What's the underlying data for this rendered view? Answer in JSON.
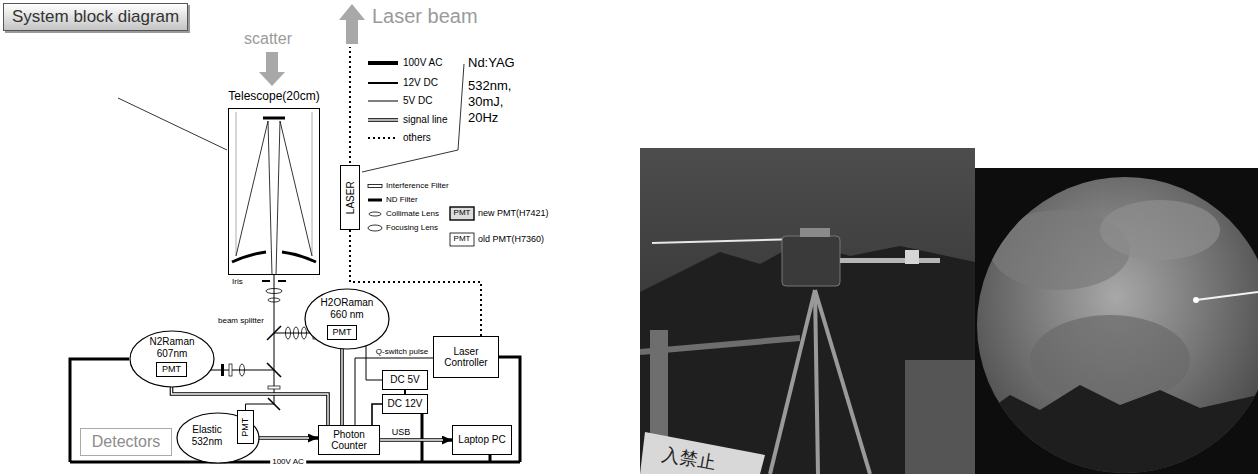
{
  "diagram": {
    "title": "System block diagram",
    "nodes": [
      {
        "text": [
          "Telescope(20cm)"
        ]
      },
      {
        "text": [
          "LASER"
        ]
      },
      {
        "text": [
          "H2ORaman 660 nm"
        ]
      },
      {
        "text": [
          "PMT"
        ],
        "in": 2
      },
      {
        "text": [
          "N2Raman 607nm"
        ]
      },
      {
        "text": [
          "PMT"
        ],
        "in": 4
      },
      {
        "text": [
          "Laser Controller"
        ]
      },
      {
        "text": [
          "DC 5V"
        ]
      },
      {
        "text": [
          "Elastic 532nm"
        ]
      },
      {
        "text": [
          "PMT"
        ],
        "in": 8
      },
      {
        "text": [
          "DC 12V"
        ]
      },
      {
        "text": [
          "Detectors"
        ]
      },
      {
        "text": [
          "Photon Counter"
        ]
      },
      {
        "text": [
          "Laptop PC"
        ]
      }
    ],
    "edges": [
      {
        "from": 1,
        "to": 6,
        "arrow": "none"
      },
      {
        "from": 6,
        "to": 12,
        "label": "Q-switch pulse",
        "arrow": "none"
      },
      {
        "from": 3,
        "to": 12,
        "arrow": "none"
      },
      {
        "from": 5,
        "to": 12,
        "arrow": "none"
      },
      {
        "from": 9,
        "to": 12,
        "arrow": "to"
      },
      {
        "from": 12,
        "to": 13,
        "label": "USB",
        "arrow": "to"
      },
      {
        "from": 7,
        "to": 3,
        "arrow": "none"
      },
      {
        "from": 10,
        "to": 12,
        "arrow": "none"
      }
    ],
    "labels": [
      "Laser beam",
      "scatter",
      "Nd:YAG",
      "532nm, 30mJ, 20Hz",
      "PMT",
      "PMT",
      "Iris",
      "beam splitter",
      "100V AC",
      "入禁止"
    ],
    "legend": [
      {
        "text": "100V AC"
      },
      {
        "text": "12V DC"
      },
      {
        "text": "5V DC"
      },
      {
        "text": "signal line"
      },
      {
        "text": "others"
      },
      {
        "text": "Interference Filter"
      },
      {
        "text": "ND Filter"
      },
      {
        "text": "Collimate Lens"
      },
      {
        "text": "Focusing Lens"
      },
      {
        "text": "new PMT(H7421)"
      },
      {
        "text": "old PMT(H7360)"
      }
    ]
  }
}
